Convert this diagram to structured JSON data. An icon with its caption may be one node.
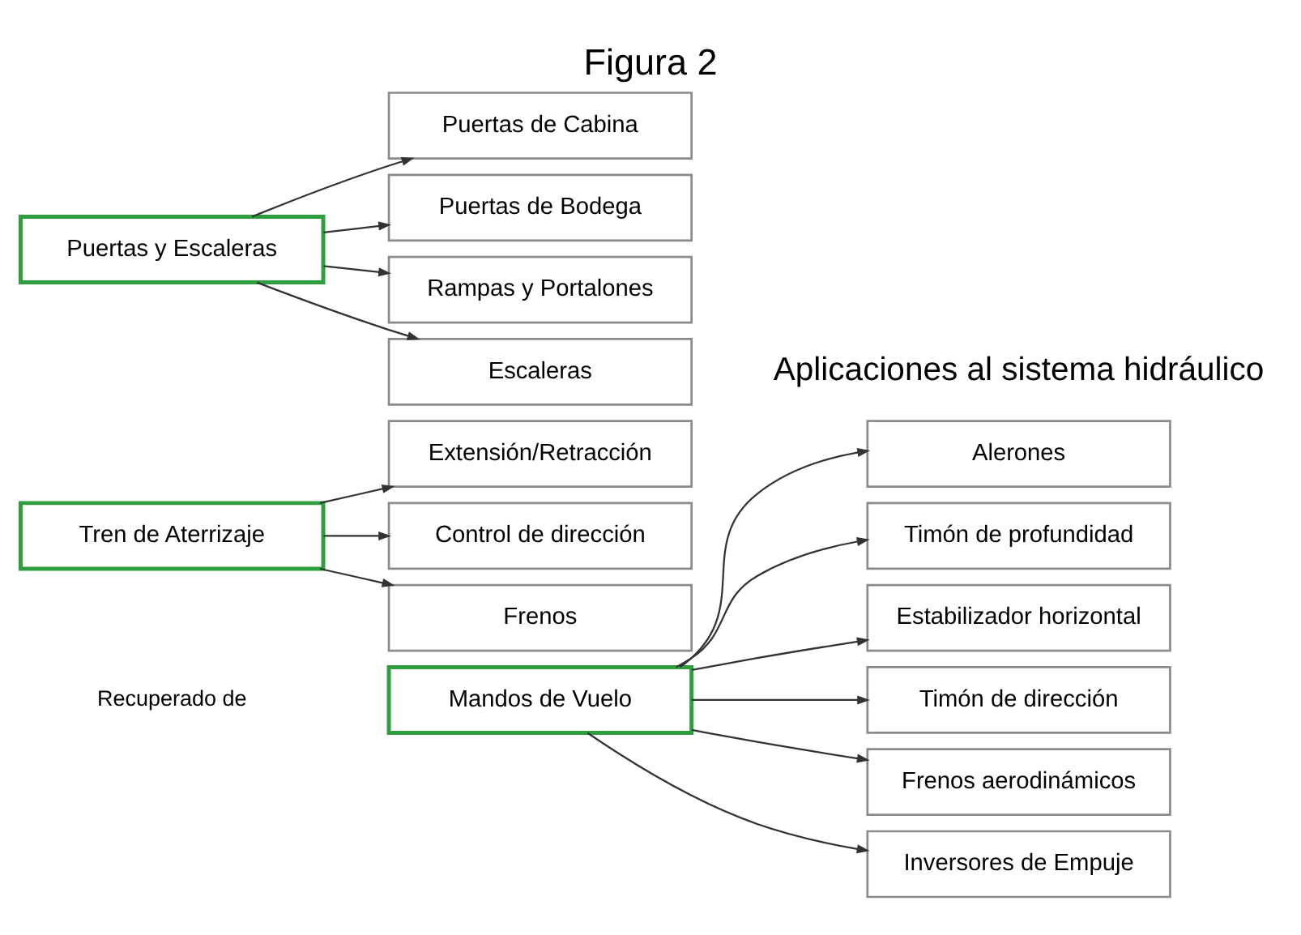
{
  "diagram": {
    "title": "Figura 2",
    "caption": "Aplicaciones al sistema hidráulico",
    "nodes": [
      {
        "text": [
          "Mandos de Vuelo"
        ]
      },
      {
        "text": [
          "Alerones"
        ]
      },
      {
        "text": [
          "Timón de profundidad"
        ]
      },
      {
        "text": [
          "Estabilizador horizontal"
        ]
      },
      {
        "text": [
          "Timón de dirección"
        ]
      },
      {
        "text": [
          "Frenos aerodinámicos"
        ]
      },
      {
        "text": [
          "Inversores de Empuje"
        ]
      },
      {
        "text": [
          "Tren de Aterrizaje"
        ]
      },
      {
        "text": [
          "Extensión/Retracción"
        ]
      },
      {
        "text": [
          "Control de dirección"
        ]
      },
      {
        "text": [
          "Frenos"
        ]
      },
      {
        "text": [
          "Puertas y Escaleras"
        ]
      },
      {
        "text": [
          "Puertas de Cabina"
        ]
      },
      {
        "text": [
          "Puertas de Bodega"
        ]
      },
      {
        "text": [
          "Rampas y Portalones"
        ]
      },
      {
        "text": [
          "Escaleras"
        ]
      }
    ],
    "edges": [
      {
        "from": 0,
        "to": 1,
        "arrow": "to"
      },
      {
        "from": 0,
        "to": 2,
        "arrow": "to"
      },
      {
        "from": 0,
        "to": 3,
        "arrow": "to"
      },
      {
        "from": 0,
        "to": 4,
        "arrow": "to"
      },
      {
        "from": 0,
        "to": 5,
        "arrow": "to"
      },
      {
        "from": 0,
        "to": 6,
        "arrow": "to"
      },
      {
        "from": 7,
        "to": 8,
        "arrow": "to"
      },
      {
        "from": 7,
        "to": 9,
        "arrow": "to"
      },
      {
        "from": 7,
        "to": 10,
        "arrow": "to"
      },
      {
        "from": 11,
        "to": 12,
        "arrow": "to"
      },
      {
        "from": 11,
        "to": 13,
        "arrow": "to"
      },
      {
        "from": 11,
        "to": 14,
        "arrow": "to"
      },
      {
        "from": 11,
        "to": 15,
        "arrow": "to"
      }
    ],
    "labels": [
      "Recuperado de"
    ]
  }
}
